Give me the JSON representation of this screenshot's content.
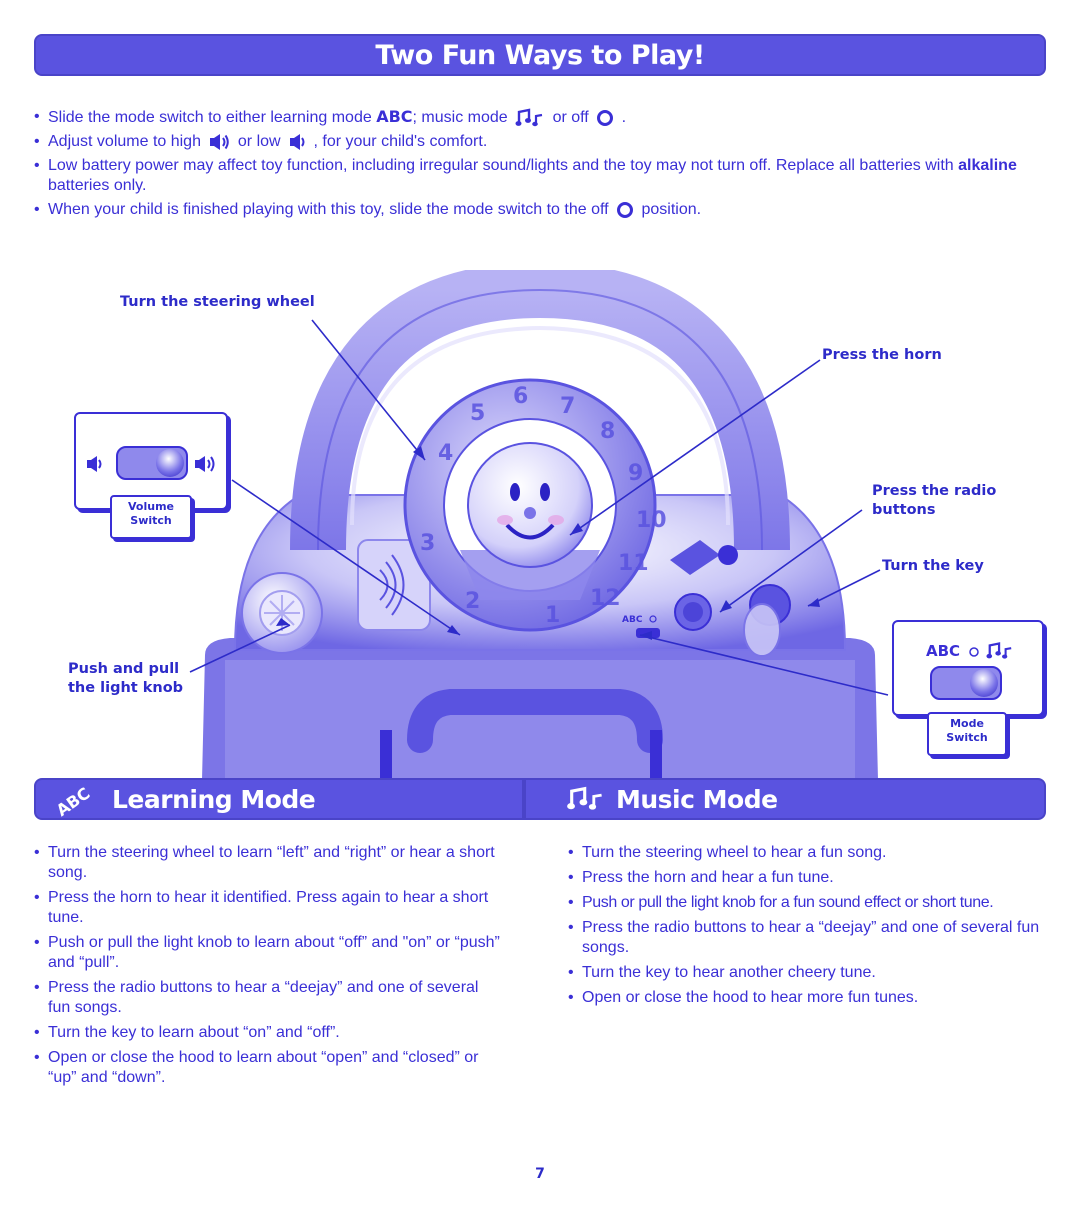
{
  "title": "Two Fun Ways to Play!",
  "intro": {
    "bullet1_a": "Slide the mode switch to either learning mode",
    "bullet1_abc": "ABC",
    "bullet1_b": "; music mode",
    "bullet1_c": "or off",
    "bullet1_d": ".",
    "bullet2_a": "Adjust volume to high",
    "bullet2_b": "or low",
    "bullet2_c": ", for your child's comfort.",
    "bullet3_a": "Low battery power may affect toy function, including irregular sound/lights and the toy may not turn off. Replace all batteries with",
    "bullet3_strong": "alkaline",
    "bullet3_b": "batteries only.",
    "bullet4_a": "When your child is finished playing with this toy, slide the mode switch to the off",
    "bullet4_b": "position."
  },
  "diagram": {
    "callouts": {
      "steering": "Turn the steering wheel",
      "horn": "Press the horn",
      "radio_1": "Press the radio",
      "radio_2": "buttons",
      "key": "Turn the key",
      "knob_1": "Push and pull",
      "knob_2": "the light knob"
    },
    "volume_switch": {
      "line1": "Volume",
      "line2": "Switch"
    },
    "mode_switch": {
      "abc": "ABC",
      "line1": "Mode",
      "line2": "Switch"
    },
    "dial_numbers": [
      "1",
      "2",
      "3",
      "4",
      "5",
      "6",
      "7",
      "8",
      "9",
      "10",
      "11",
      "12"
    ],
    "panel_abc": "ABC",
    "colors": {
      "primary": "#3a2fd6",
      "bar": "#5a53e0",
      "toy_light": "#c9c6f7",
      "toy_mid": "#8f89ec"
    }
  },
  "learning": {
    "heading": "Learning Mode",
    "abc": "ABC",
    "items": [
      "Turn the steering wheel to learn “left” and “right” or hear a short song.",
      "Press the horn to hear it identified. Press again to hear a short tune.",
      "Push or pull the light knob to learn about “off” and \"on” or “push” and “pull”.",
      "Press the radio buttons to hear a “deejay” and one of several fun songs.",
      "Turn the key to learn about “on” and “off”.",
      "Open or close the hood to learn about “open” and “closed” or “up” and “down”."
    ]
  },
  "music": {
    "heading": "Music Mode",
    "items": [
      "Turn the steering wheel to hear a fun song.",
      "Press the horn and hear a fun tune.",
      "Push or pull the light knob for a fun sound effect or short tune.",
      "Press the radio buttons to hear a “deejay” and one of several fun songs.",
      "Turn the key to hear another cheery tune.",
      "Open or close the hood to hear more fun tunes."
    ]
  },
  "page_number": "7"
}
